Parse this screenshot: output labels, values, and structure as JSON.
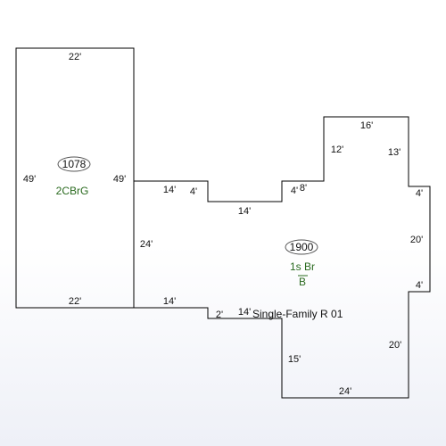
{
  "colors": {
    "outline": "#000000",
    "dimension_text": "#111111",
    "code_text": "#2a6a1f",
    "background_bottom": "#eef0f7"
  },
  "garage": {
    "area": "1078",
    "code": "2CBrG",
    "dims": {
      "top": "22'",
      "bottom": "22'",
      "left": "49'",
      "right": "49'"
    }
  },
  "house": {
    "area": "1900",
    "code": "1s Br",
    "sub_code": "B",
    "label": "Single-Family R 01",
    "dims": {
      "upper_step_top": "14'",
      "upper_step_down": "4'",
      "notch_bottom": "14'",
      "notch_up": "4'",
      "notch_up2": "8'",
      "tower_left": "12'",
      "tower_top": "16'",
      "tower_right": "13'",
      "right_step_in": "4'",
      "right_side": "20'",
      "right_step_out": "4'",
      "lower_right": "20'",
      "bottom": "24'",
      "lower_left": "15'",
      "lower_step_top": "14'",
      "lower_step_down": "2'",
      "lower_step_right": "14'",
      "left_side": "24'"
    }
  }
}
